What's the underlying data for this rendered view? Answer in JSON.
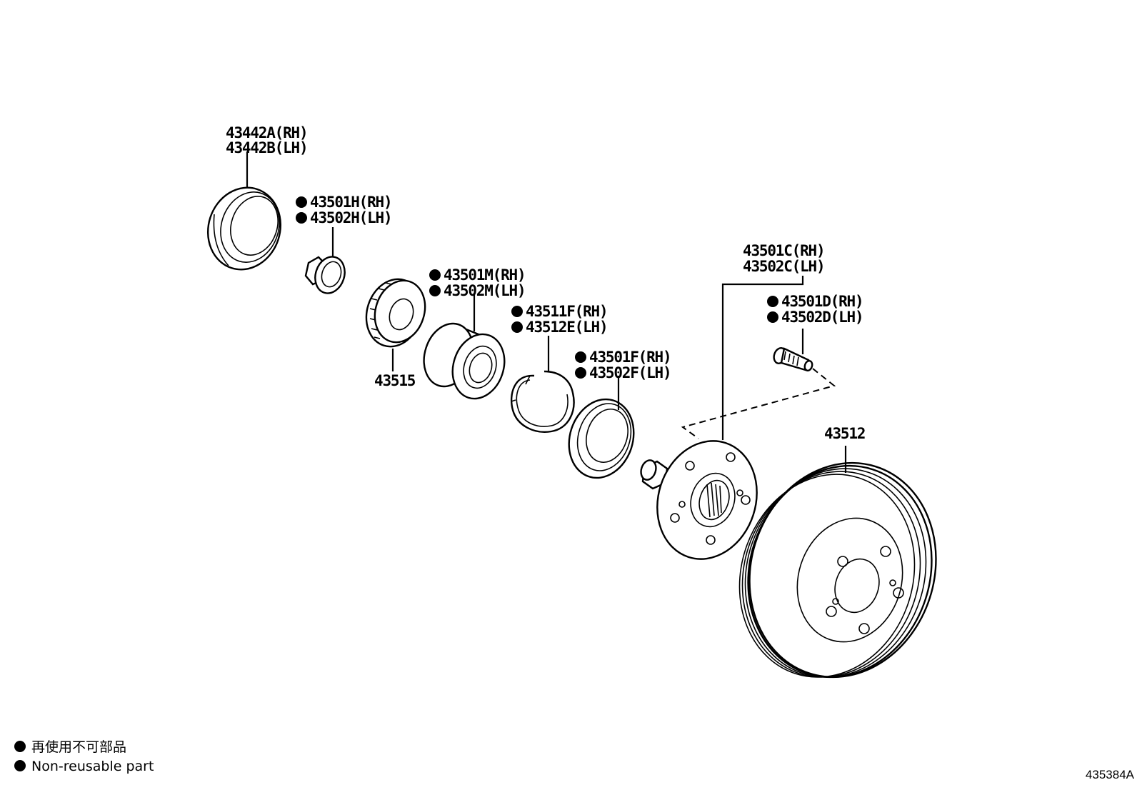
{
  "callouts": {
    "seal_outer": {
      "line1": "43442A(RH)",
      "line2": "43442B(LH)"
    },
    "nut": {
      "line1": "43501H(RH)",
      "line2": "43502H(LH)"
    },
    "inner_part": {
      "line1": "43515"
    },
    "bearing": {
      "line1": "43501M(RH)",
      "line2": "43502M(LH)"
    },
    "snap_ring": {
      "line1": "43511F(RH)",
      "line2": "43512E(LH)"
    },
    "seal_inner": {
      "line1": "43501F(RH)",
      "line2": "43502F(LH)"
    },
    "hub": {
      "line1": "43501C(RH)",
      "line2": "43502C(LH)"
    },
    "hub_bolt": {
      "line1": "43501D(RH)",
      "line2": "43502D(LH)"
    },
    "disc": {
      "line1": "43512"
    }
  },
  "legend": {
    "jp": "再使用不可部品",
    "en": "Non-reusable part"
  },
  "figure_ref": "435384A"
}
